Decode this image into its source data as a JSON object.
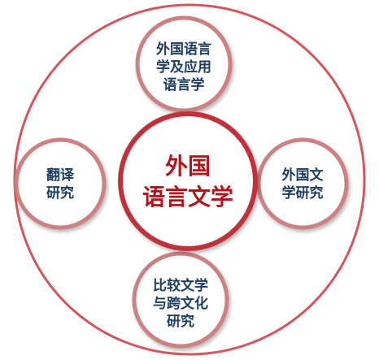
{
  "colors": {
    "outer_ring": "#d2565c",
    "center_ring": "#c0313a",
    "sub_ring": "#cc8283",
    "center_text": "#b0161d",
    "sub_text": "#1e3d63",
    "circle_fill": "#ffffff"
  },
  "center": {
    "line1": "外国",
    "line2": "语言文学"
  },
  "top": {
    "line1": "外国语言",
    "line2": "学及应用",
    "line3": "语言学"
  },
  "left": {
    "line1": "翻译",
    "line2": "研究"
  },
  "right": {
    "line1": "外国文",
    "line2": "学研究"
  },
  "bottom": {
    "line1": "比较文学",
    "line2": "与跨文化",
    "line3": "研究"
  }
}
